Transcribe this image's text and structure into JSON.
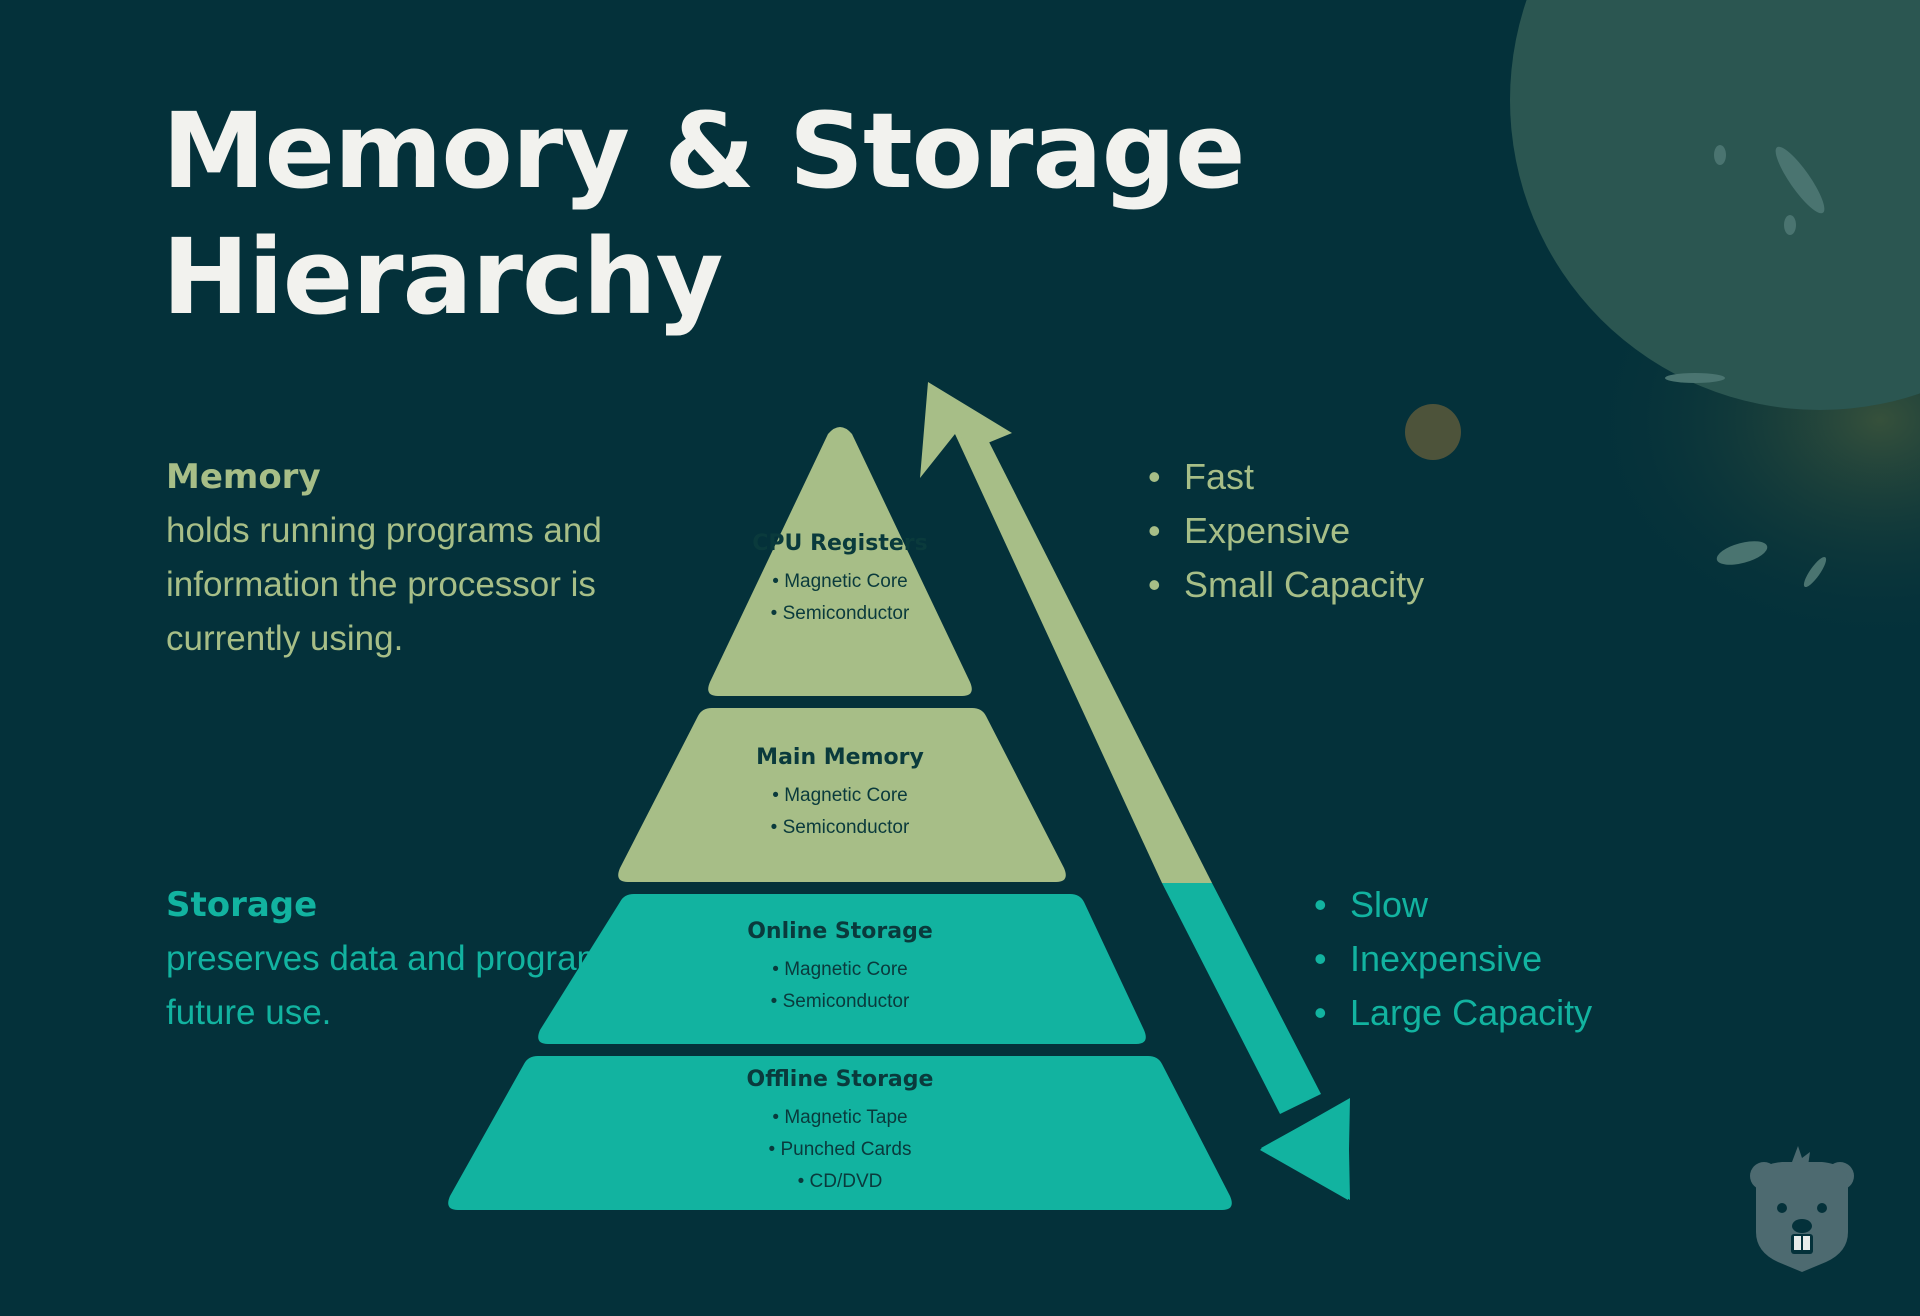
{
  "title": {
    "line1": "Memory & Storage",
    "line2": "Hierarchy"
  },
  "memory": {
    "heading": "Memory",
    "description": "holds running programs and information the processor is currently using."
  },
  "storage": {
    "heading": "Storage",
    "description": "preserves data and programs for future use."
  },
  "top_traits": [
    "Fast",
    "Expensive",
    "Small Capacity"
  ],
  "bottom_traits": [
    "Slow",
    "Inexpensive",
    "Large Capacity"
  ],
  "tiers": [
    {
      "title": "CPU Registers",
      "items": [
        "Magnetic Core",
        "Semiconductor"
      ]
    },
    {
      "title": "Main Memory",
      "items": [
        "Magnetic Core",
        "Semiconductor"
      ]
    },
    {
      "title": "Online Storage",
      "items": [
        "Magnetic Core",
        "Semiconductor"
      ]
    },
    {
      "title": "Offline Storage",
      "items": [
        "Magnetic Tape",
        "Punched Cards",
        "CD/DVD"
      ]
    }
  ],
  "colors": {
    "background": "#04313a",
    "memory": "#a7be87",
    "storage": "#12b3a0",
    "title": "#f2f2ee",
    "tier_text": "#0a3a3c"
  },
  "icons": [
    "double-arrow-icon",
    "beaver-mascot-icon",
    "planet-decoration-icon"
  ]
}
